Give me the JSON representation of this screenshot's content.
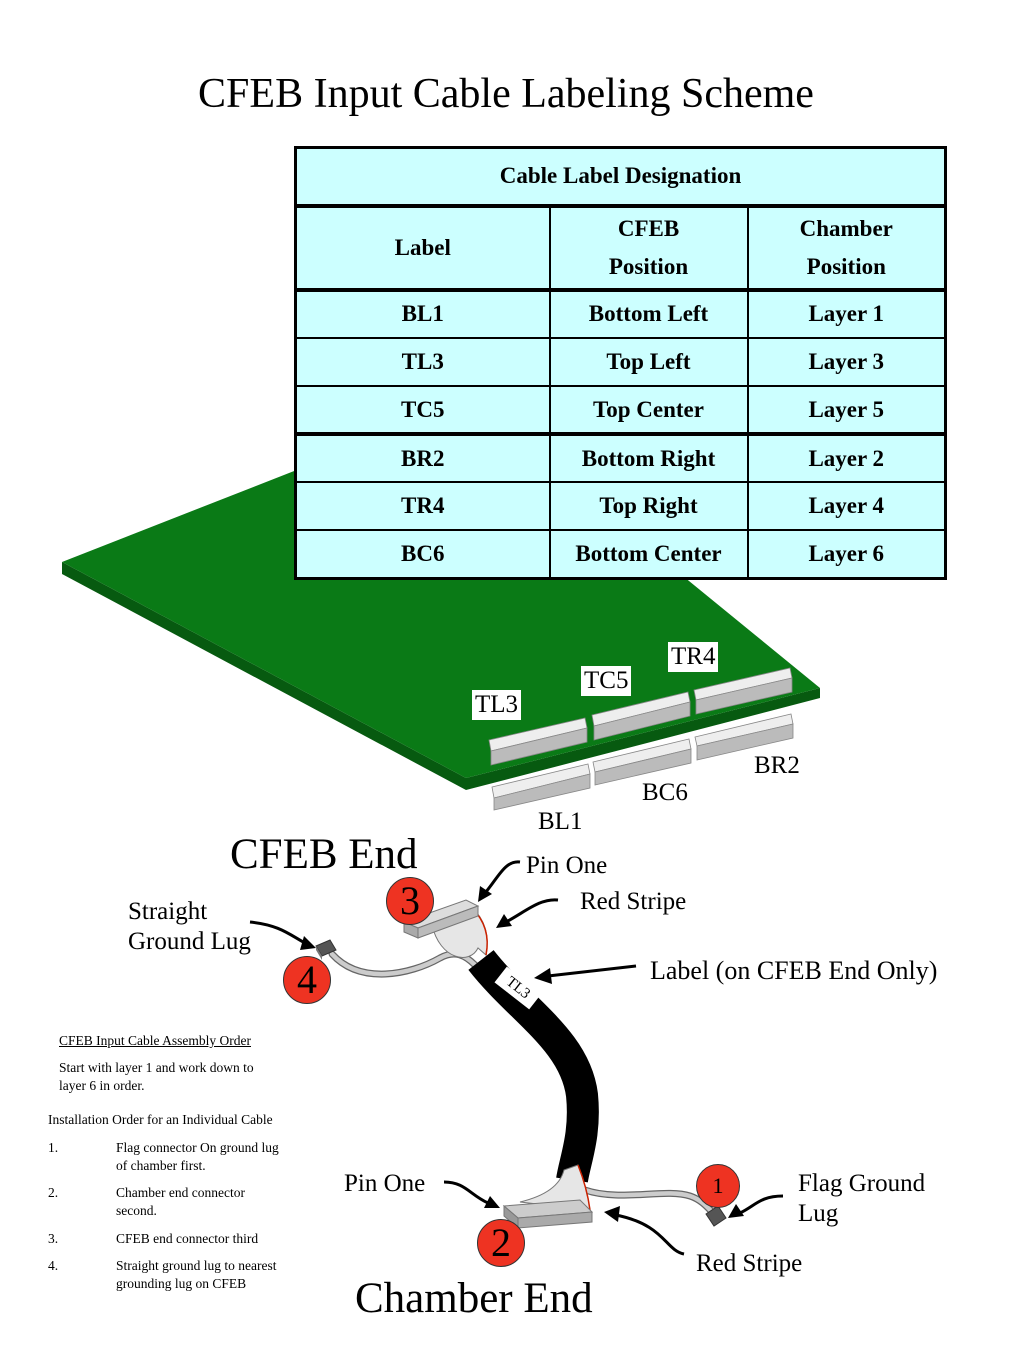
{
  "title": "CFEB Input Cable Labeling Scheme",
  "table": {
    "caption": "Cable Label Designation",
    "headers": {
      "label": "Label",
      "cfeb_line1": "CFEB",
      "cfeb_line2": "Position",
      "chamber_line1": "Chamber",
      "chamber_line2": "Position"
    },
    "rows": [
      {
        "label": "BL1",
        "cfeb": "Bottom Left",
        "chamber": "Layer 1"
      },
      {
        "label": "TL3",
        "cfeb": "Top Left",
        "chamber": "Layer 3"
      },
      {
        "label": "TC5",
        "cfeb": "Top Center",
        "chamber": "Layer 5"
      },
      {
        "label": "BR2",
        "cfeb": "Bottom Right",
        "chamber": "Layer 2"
      },
      {
        "label": "TR4",
        "cfeb": "Top Right",
        "chamber": "Layer 4"
      },
      {
        "label": "BC6",
        "cfeb": "Bottom Center",
        "chamber": "Layer 6"
      }
    ]
  },
  "board": {
    "connector_labels": {
      "tl3": "TL3",
      "tc5": "TC5",
      "tr4": "TR4",
      "br2": "BR2",
      "bc6": "BC6",
      "bl1": "BL1"
    }
  },
  "cable": {
    "cfeb_end": "CFEB End",
    "chamber_end": "Chamber End",
    "pin_one_top": "Pin One",
    "red_stripe_top": "Red Stripe",
    "straight_lug_line1": "Straight",
    "straight_lug_line2": "Ground Lug",
    "label_note": "Label (on CFEB End Only)",
    "cable_tag": "TL3",
    "pin_one_bottom": "Pin One",
    "flag_lug_line1": "Flag Ground",
    "flag_lug_line2": "Lug",
    "red_stripe_bottom": "Red Stripe",
    "badges": {
      "b1": "1",
      "b2": "2",
      "b3": "3",
      "b4": "4"
    }
  },
  "notes": {
    "assembly_heading": "CFEB Input Cable Assembly Order",
    "assembly_text_line1": "Start with layer 1 and work down to",
    "assembly_text_line2": "layer 6 in order.",
    "install_heading": "Installation Order for an Individual Cable",
    "steps": [
      {
        "num": "1.",
        "line1": "Flag connector On ground lug",
        "line2": "of chamber first."
      },
      {
        "num": "2.",
        "line1": "Chamber end connector",
        "line2": "second."
      },
      {
        "num": "3.",
        "line1": "CFEB end connector third",
        "line2": ""
      },
      {
        "num": "4.",
        "line1": "Straight ground lug to nearest",
        "line2": "grounding lug on CFEB"
      }
    ]
  },
  "colors": {
    "table_bg": "#ccffff",
    "board_green": "#0a7a16",
    "board_edge": "#075a10",
    "connector_gray": "#cccccc",
    "badge_red": "#ee3322",
    "cable_black": "#000000",
    "stripe_red": "#cc2200"
  }
}
